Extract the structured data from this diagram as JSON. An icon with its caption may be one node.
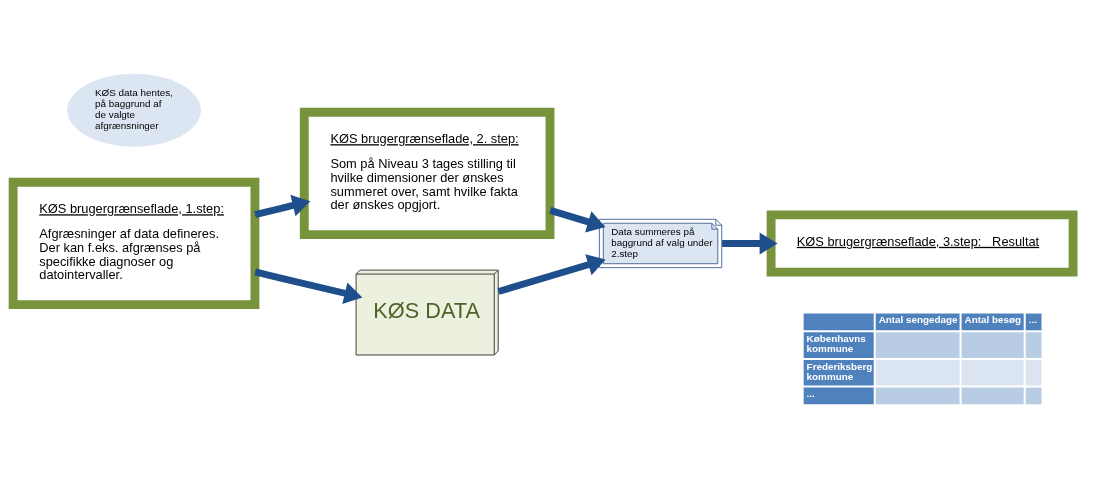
{
  "diagram": {
    "nodes": [
      {
        "text": [
          "KØS brugergrænseflade, 1.step:",
          "Afgræsninger af data defineres. Der kan f.eks. afgrænses på specifikke diagnoser og datointervaller."
        ]
      },
      {
        "text": [
          "KØS brugergrænseflade, 2. step:",
          "Som på Niveau 3 tages stilling til hvilke dimensioner der ønskes summeret over, samt hvilke fakta der ønskes opgjort."
        ]
      },
      {
        "text": [
          "KØS brugergrænseflade, 3.step:   Resultat"
        ]
      },
      {
        "text": [
          "KØS data hentes, på baggrund af de valgte afgrænsninger"
        ]
      },
      {
        "text": [
          "KØS DATA"
        ]
      },
      {
        "text": [
          "Data summeres på baggrund af valg under 2.step"
        ]
      }
    ],
    "edges": [
      {
        "from": 0,
        "to": 1,
        "arrow": "to"
      },
      {
        "from": 0,
        "to": 4,
        "arrow": "to"
      },
      {
        "from": 4,
        "to": 5,
        "arrow": "to"
      },
      {
        "from": 1,
        "to": 5,
        "arrow": "to"
      },
      {
        "from": 5,
        "to": 2,
        "arrow": "to"
      }
    ],
    "labels": [
      "Antal sengedage",
      "Antal besøg",
      "...",
      "Københavns kommune",
      "Frederiksberg kommune",
      "..."
    ]
  }
}
